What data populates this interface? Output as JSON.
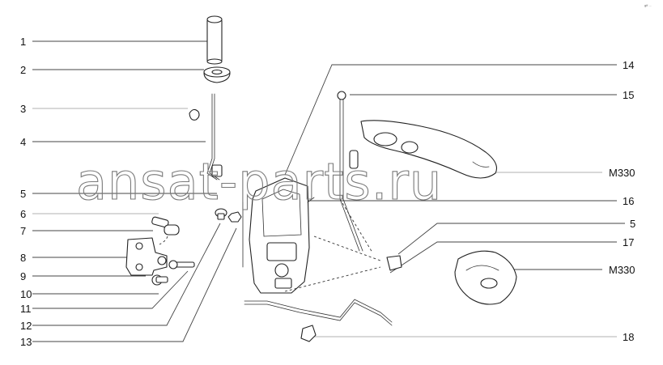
{
  "left_callouts": [
    "1",
    "2",
    "3",
    "4",
    "5",
    "6",
    "7",
    "8",
    "9",
    "10",
    "11",
    "12",
    "13"
  ],
  "right_callouts": [
    "14",
    "15",
    "M330",
    "16",
    "5",
    "17",
    "M330",
    "18"
  ],
  "watermark_text": "ansat-parts.ru",
  "corner_mark": "gif ...",
  "colors": {
    "line": "#222222",
    "leader": "#444444",
    "leader_light": "#999999",
    "watermark": "#7a7a7a"
  }
}
